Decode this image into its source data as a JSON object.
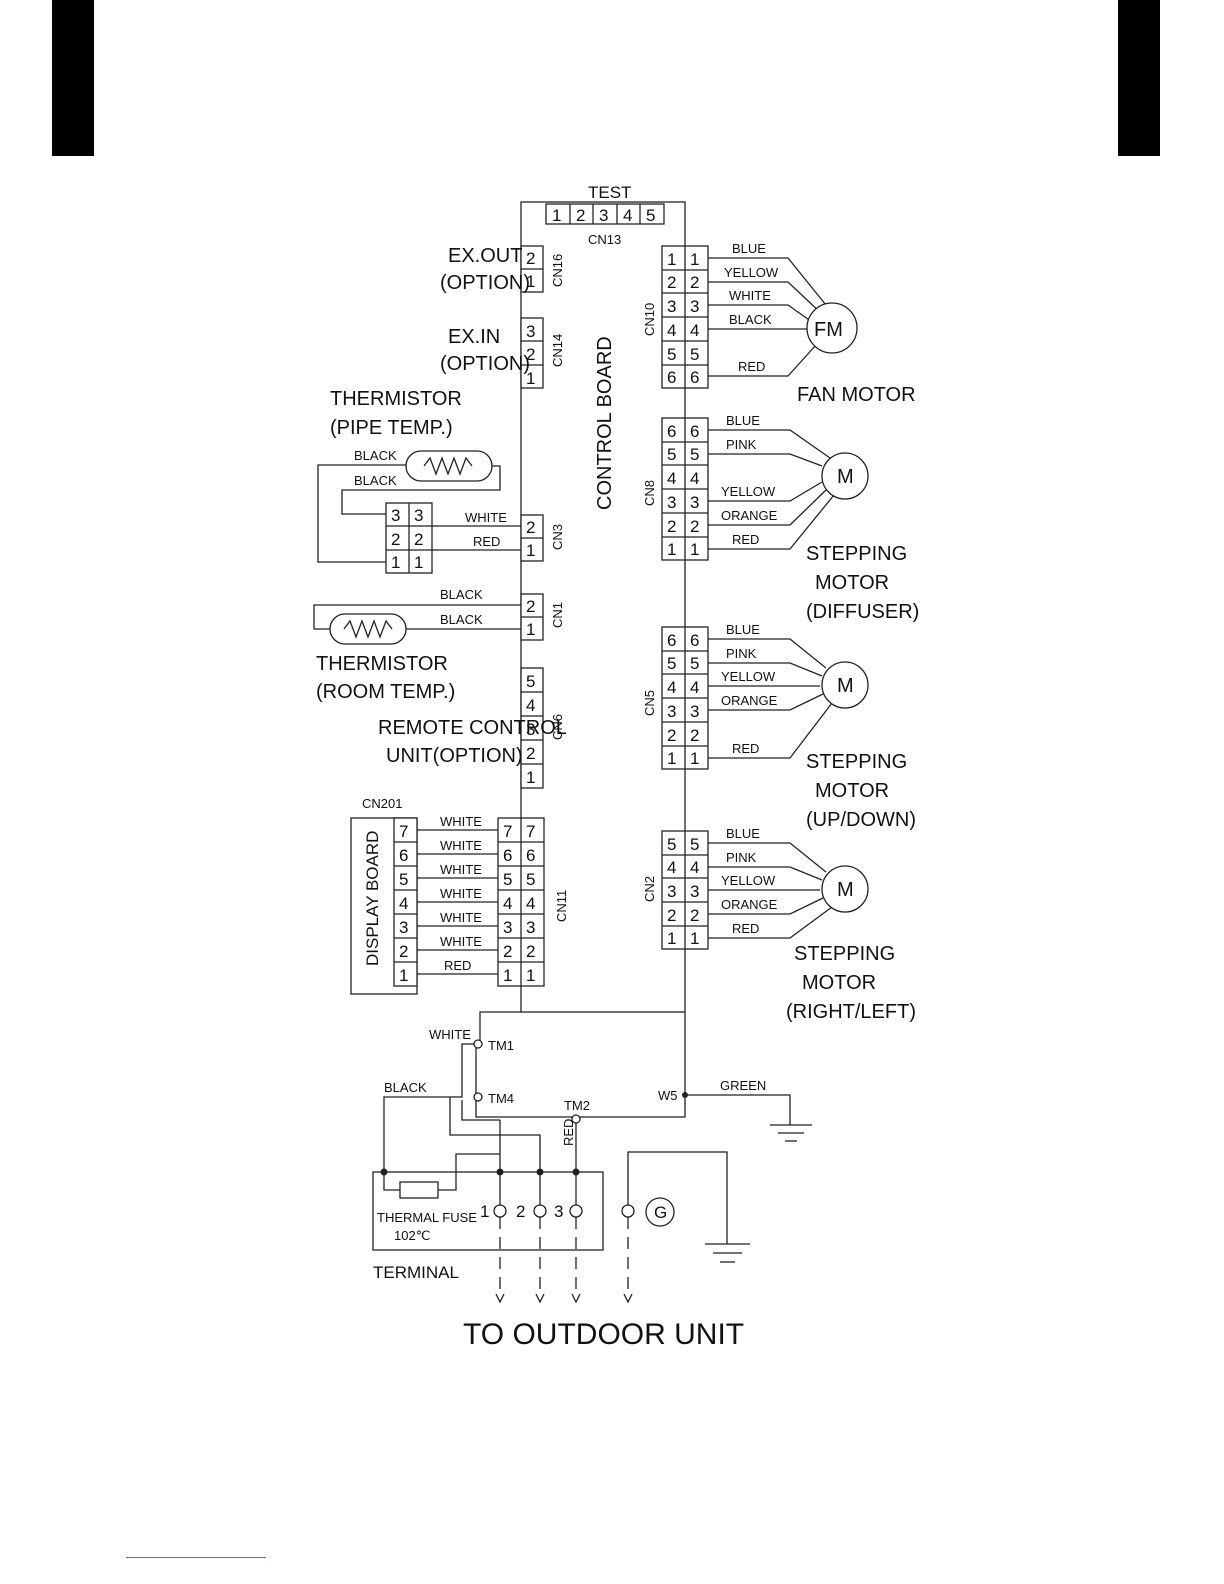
{
  "test_label": "TEST",
  "cn13_pins": [
    "1",
    "2",
    "3",
    "4",
    "5"
  ],
  "cn13_label": "CN13",
  "control_board_label": "CONTROL BOARD",
  "ex_out": {
    "line1": "EX.OUT",
    "line2": "(OPTION)",
    "cn": "CN16",
    "pins": [
      "2",
      "1"
    ]
  },
  "ex_in": {
    "line1": "EX.IN",
    "line2": "(OPTION)",
    "cn": "CN14",
    "pins": [
      "3",
      "2",
      "1"
    ]
  },
  "thermistor_pipe": {
    "line1": "THERMISTOR",
    "line2": "(PIPE TEMP.)",
    "wire1": "BLACK",
    "wire2": "BLACK",
    "cn": "CN3",
    "cn_pins": [
      "2",
      "1"
    ],
    "conn_pins": [
      "3",
      "2",
      "1"
    ],
    "wire_white": "WHITE",
    "wire_red": "RED"
  },
  "thermistor_room": {
    "line1": "THERMISTOR",
    "line2": "(ROOM TEMP.)",
    "wire1": "BLACK",
    "wire2": "BLACK",
    "cn": "CN1",
    "pins": [
      "2",
      "1"
    ]
  },
  "remote": {
    "line1": "REMOTE CONTROL",
    "line2": "UNIT(OPTION)",
    "cn": "CN6",
    "pins": [
      "5",
      "4",
      "3",
      "2",
      "1"
    ]
  },
  "display": {
    "cn_top": "CN201",
    "label": "DISPLAY BOARD",
    "cn": "CN11",
    "pins": [
      "7",
      "6",
      "5",
      "4",
      "3",
      "2",
      "1"
    ],
    "wires": [
      "WHITE",
      "WHITE",
      "WHITE",
      "WHITE",
      "WHITE",
      "WHITE",
      "RED"
    ]
  },
  "fan": {
    "cn": "CN10",
    "pins": [
      "1",
      "2",
      "3",
      "4",
      "5",
      "6"
    ],
    "wires": [
      "BLUE",
      "YELLOW",
      "WHITE",
      "BLACK",
      "RED"
    ],
    "symbol": "FM",
    "label": "FAN MOTOR"
  },
  "cn8": {
    "cn": "CN8",
    "pins": [
      "6",
      "5",
      "4",
      "3",
      "2",
      "1"
    ],
    "wires": [
      "BLUE",
      "PINK",
      "YELLOW",
      "ORANGE",
      "RED"
    ],
    "symbol": "M",
    "line1": "STEPPING",
    "line2": "MOTOR",
    "line3": "(DIFFUSER)"
  },
  "cn5": {
    "cn": "CN5",
    "pins": [
      "6",
      "5",
      "4",
      "3",
      "2",
      "1"
    ],
    "wires": [
      "BLUE",
      "PINK",
      "YELLOW",
      "ORANGE",
      "RED"
    ],
    "symbol": "M",
    "line1": "STEPPING",
    "line2": "MOTOR",
    "line3": "(UP/DOWN)"
  },
  "cn2": {
    "cn": "CN2",
    "pins": [
      "5",
      "4",
      "3",
      "2",
      "1"
    ],
    "wires": [
      "BLUE",
      "PINK",
      "YELLOW",
      "ORANGE",
      "RED"
    ],
    "symbol": "M",
    "line1": "STEPPING",
    "line2": "MOTOR",
    "line3": "(RIGHT/LEFT)"
  },
  "power": {
    "white": "WHITE",
    "black": "BLACK",
    "red": "RED",
    "green": "GREEN",
    "tm1": "TM1",
    "tm4": "TM4",
    "tm2": "TM2",
    "w5": "W5"
  },
  "terminal": {
    "fuse_line1": "THERMAL FUSE",
    "fuse_line2": "102℃",
    "label": "TERMINAL",
    "t1": "1",
    "t2": "2",
    "t3": "3",
    "ground": "G"
  },
  "to_outdoor": "TO OUTDOOR UNIT"
}
